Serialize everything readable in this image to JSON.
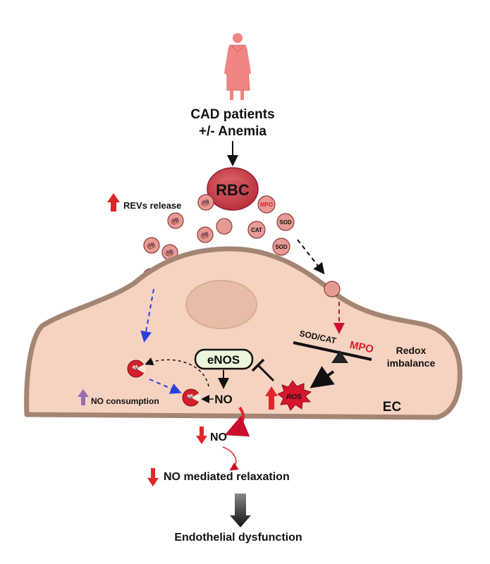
{
  "patient": {
    "title_line1": "CAD patients",
    "title_line2": "+/- Anemia"
  },
  "rbc": {
    "label": "RBC"
  },
  "revs": {
    "release_label": "REVs release",
    "mpo": "MPO",
    "sod": "SOD",
    "cat": "CAT"
  },
  "cell": {
    "enos": "eNOS",
    "no": "NO",
    "ros": "ROS",
    "ec": "EC",
    "balance_left": "SOD/CAT",
    "balance_right": "MPO",
    "redox_line1": "Redox",
    "redox_line2": "imbalance",
    "no_consumption": "NO consumption"
  },
  "outcomes": {
    "no_decrease": "NO",
    "relaxation": "NO mediated relaxation",
    "final": "Endothelial dysfunction"
  },
  "colors": {
    "accent_red": "#e0262a",
    "patient": "#f08482",
    "rbc": "#c83a46",
    "cell_fill": "#f6d3c1",
    "cell_border": "#a48574",
    "nucleus": "#e8bca6",
    "vesicle": "#e79a94",
    "up_purple": "#9b6bb0",
    "blue_arrow": "#2a3fe0"
  }
}
